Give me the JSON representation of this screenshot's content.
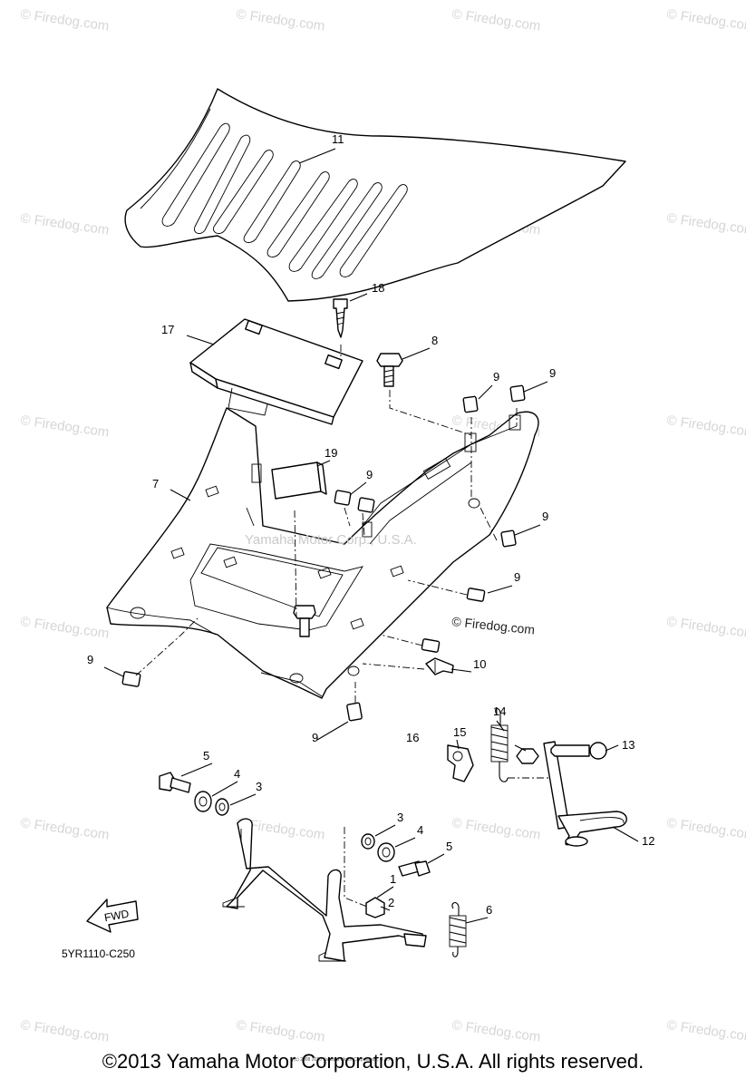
{
  "diagram": {
    "drawing_code": "5YR1110-C250",
    "fwd_label": "FWD",
    "overlay_text": "Yamaha Motor Corp., U.S.A.",
    "inline_watermark": "© Firedog.com",
    "tiny_credit": "(c) 2008 2010 Yamaha Motor Corporation, U.S.A.",
    "watermark": "© Firedog.com",
    "callouts": [
      "11",
      "18",
      "17",
      "8",
      "9",
      "9",
      "19",
      "9",
      "7",
      "9",
      "9",
      "9",
      "10",
      "9",
      "14",
      "13",
      "15",
      "16",
      "5",
      "4",
      "3",
      "12",
      "3",
      "4",
      "5",
      "1",
      "2",
      "6"
    ]
  },
  "footer": {
    "copyright": "©2013 Yamaha Motor Corporation, U.S.A. All rights reserved."
  }
}
